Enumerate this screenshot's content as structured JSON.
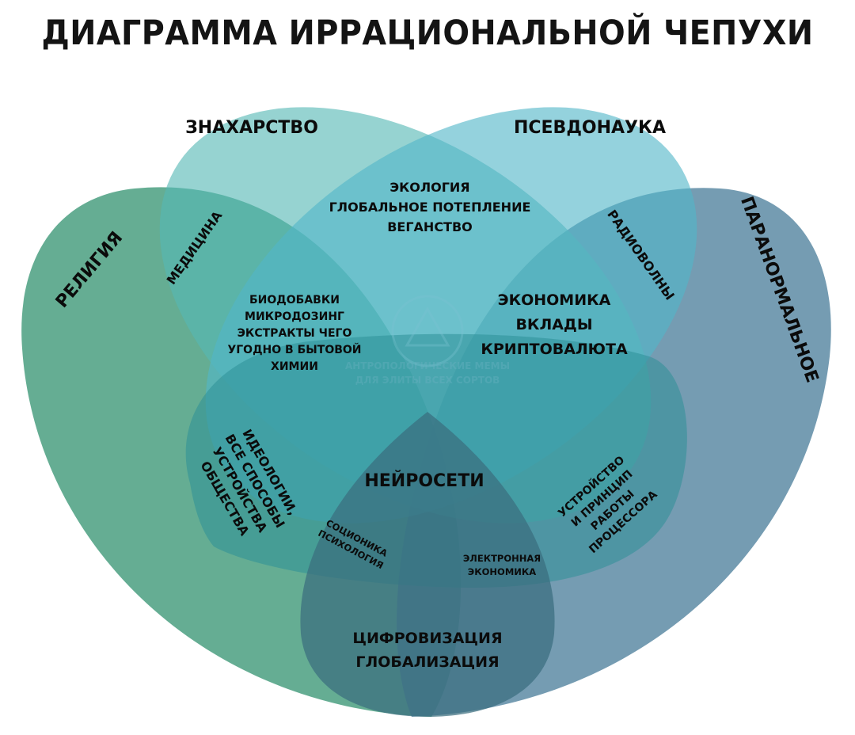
{
  "title": "ДИАГРАММА ИРРАЦИОНАЛЬНОЙ ЧЕПУХИ",
  "sets": {
    "religion": "РЕЛИГИЯ",
    "quackery": "ЗНАХАРСТВО",
    "pseudoscience": "ПСЕВДОНАУКА",
    "paranormal": "ПАРАНОРМАЛЬНОЕ",
    "ideology": [
      "ИДЕОЛОГИИ,",
      "ВСЕ СПОСОБЫ",
      "УСТРОЙСТВА",
      "ОБЩЕСТВА"
    ],
    "digitalization": [
      "ЦИФРОВИЗАЦИЯ",
      "ГЛОБАЛИЗАЦИЯ"
    ],
    "processor": [
      "УСТРОЙСТВО",
      "И ПРИНЦИП",
      "РАБОТЫ",
      "ПРОЦЕССОРА"
    ]
  },
  "regions": {
    "medicine": "МЕДИЦИНА",
    "radiowaves": "РАДИОВОЛНЫ",
    "ecology": [
      "ЭКОЛОГИЯ",
      "ГЛОБАЛЬНОЕ ПОТЕПЛЕНИЕ",
      "ВЕГАНСТВО"
    ],
    "supplements": [
      "БИОДОБАВКИ",
      "МИКРОДОЗИНГ",
      "ЭКСТРАКТЫ ЧЕГО",
      "УГОДНО В БЫТОВОЙ",
      "ХИМИИ"
    ],
    "economy": [
      "ЭКОНОМИКА",
      "ВКЛАДЫ",
      "КРИПТОВАЛЮТА"
    ],
    "neural": "НЕЙРОСЕТИ",
    "socionics": [
      "СОЦИОНИКА",
      "ПСИХОЛОГИЯ"
    ],
    "e_economy": [
      "ЭЛЕКТРОННАЯ",
      "ЭКОНОМИКА"
    ]
  },
  "watermark": [
    "АНТРОПОЛОГИЧЕСКИЕ МЕМЫ",
    "ДЛЯ ЭЛИТЫ ВСЕХ СОРТОВ"
  ],
  "colors": {
    "religion": "#3f9878",
    "quackery": "#56b8b4",
    "pseudoscience": "#52b6c8",
    "paranormal": "#4e809c",
    "ideology": "#2e9098",
    "bottom": "#3a6e7e"
  }
}
